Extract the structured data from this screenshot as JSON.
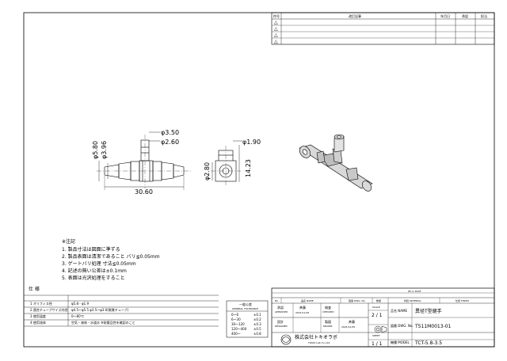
{
  "revision_table": {
    "headers": [
      "符号",
      "改訂記事",
      "年月日",
      "承認",
      "担当"
    ],
    "rows": [
      "△",
      "△",
      "△",
      "△"
    ]
  },
  "dimensions": {
    "d350": "φ3.50",
    "d260": "φ2.60",
    "d580": "φ5.80",
    "d396": "φ3.96",
    "d3060": "30.60",
    "d190": "φ1.90",
    "d280": "φ2.80",
    "d1423": "14.23"
  },
  "notes": {
    "title": "※注記",
    "items": [
      "1. 製品寸法は図面に準ずる",
      "2. 製品表面は清潔であること バリ≦0.05mm",
      "3. ゲートバリ処理 寸法≦0.05mm",
      "4. 記述の無い公差は±0.1mm",
      "5. 表面は光沢処理をすること"
    ]
  },
  "spec": {
    "title": "仕 様",
    "rows": [
      {
        "label": "1  オリフィス径",
        "value": "φ5.8 - φ1.9"
      },
      {
        "label": "2  適合チューブサイズ内径",
        "value": "φ4.5〜φ5.5  φ3.5〜φ3.0(軟質チューブ)"
      },
      {
        "label": "3  使用温度",
        "value": "0〜80℃"
      },
      {
        "label": "4  使用流体",
        "value": "空気・液体・水道水  ※耐薬品性を確認のこと"
      }
    ]
  },
  "tolerance": {
    "title": "一般公差",
    "subtitle": "GENERAL TOLERANCE",
    "rows": [
      {
        "range": "0〜6",
        "tol": "±0.1"
      },
      {
        "range": "6〜30",
        "tol": "±0.2"
      },
      {
        "range": "30〜120",
        "tol": "±0.3"
      },
      {
        "range": "120〜400",
        "tol": "±0.5"
      },
      {
        "range": "400〜",
        "tol": "±0.8"
      }
    ]
  },
  "title_block": {
    "material_row": [
      "PP or PVDF"
    ],
    "header_no": "No.",
    "header_name": "品名 NAME",
    "header_dwg": "図番 DWG. No.",
    "header_qty": "数量",
    "header_material": "材質 MATERIAL",
    "header_finish": "仕様 FINISH",
    "approved_label": "承認",
    "approved_sub": "APPROVED",
    "checked_label": "検査",
    "checked_sub": "CHECKED",
    "designed_label": "設計",
    "designed_sub": "DESIGNED",
    "drawn_label": "製図",
    "drawn_sub": "DRAWN",
    "author1": "斉藤",
    "date1": "2021/11/25",
    "author2": "斉藤",
    "date2": "2021/11/25",
    "scale_label": "SCALE",
    "scale_value": "2 / 1",
    "name_label": "品名 NAME",
    "name_value": "異径T型継手",
    "dwg_label": "図番 DWG. No.",
    "dwg_value": "T511M0013-01",
    "sheet_label": "SHEET",
    "sheet_value": "1 / 1",
    "model_label": "機種 MODEL",
    "model_value": "TCT-5.8-3.5",
    "company_jp": "株式会社トキオラボ",
    "company_en": "TOKIO Lab Co.,Ltd."
  }
}
